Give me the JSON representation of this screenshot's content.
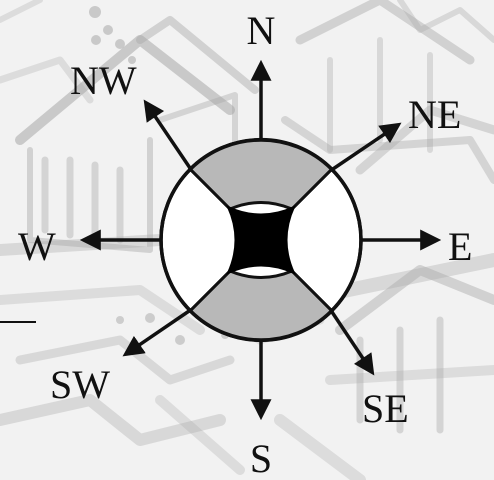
{
  "compass": {
    "directions": {
      "n": "N",
      "ne": "NE",
      "e": "E",
      "se": "SE",
      "s": "S",
      "sw": "SW",
      "w": "W",
      "nw": "NW"
    }
  },
  "colors": {
    "background": "#f2f2f2",
    "sketch": "#9a9a9a",
    "ink": "#111111",
    "ring_fill": "#ffffff",
    "quadrant_fill": "#b8b8b8",
    "center_fill": "#000000"
  },
  "icons": [
    "compass-rose-icon"
  ]
}
